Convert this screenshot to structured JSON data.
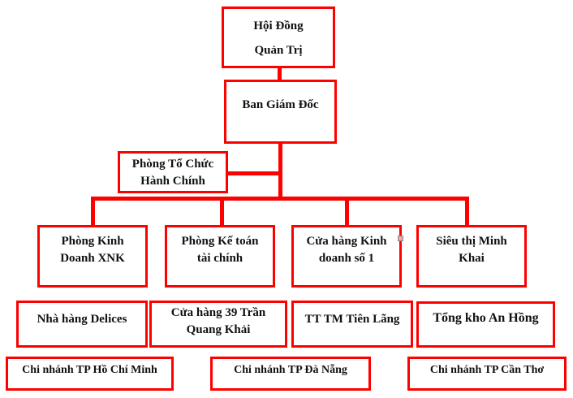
{
  "colors": {
    "border": "#ff0000",
    "text": "#111111",
    "background": "#ffffff"
  },
  "nodes": {
    "board": {
      "lines": [
        "Hội Đồng",
        "Quản Trị"
      ]
    },
    "directors": {
      "lines": [
        "Ban Giám Đốc"
      ]
    },
    "admin": {
      "lines": [
        "Phòng Tổ Chức",
        "Hành Chính"
      ]
    },
    "sales_xnk": {
      "lines": [
        "Phòng Kinh",
        "Doanh XNK"
      ]
    },
    "accounting": {
      "lines": [
        "Phòng Kế toán",
        "tài chính"
      ]
    },
    "store1": {
      "lines": [
        "Cửa hàng Kinh",
        "doanh số 1"
      ]
    },
    "minhkhai": {
      "lines": [
        "Siêu thị Minh",
        "Khai"
      ]
    },
    "delices": {
      "lines": [
        "Nhà hàng Delices"
      ]
    },
    "store39": {
      "lines": [
        "Cửa hàng 39 Trần",
        "Quang Khải"
      ]
    },
    "tienlang": {
      "lines": [
        "TT TM Tiên Lãng"
      ]
    },
    "anhong": {
      "lines": [
        "Tổng kho An Hồng"
      ]
    },
    "hcm": {
      "lines": [
        "Chi nhánh TP Hồ Chí Minh"
      ]
    },
    "danang": {
      "lines": [
        "Chi nhánh TP Đà Nẵng"
      ]
    },
    "cantho": {
      "lines": [
        "Chi nhánh TP Cần Thơ"
      ]
    }
  }
}
